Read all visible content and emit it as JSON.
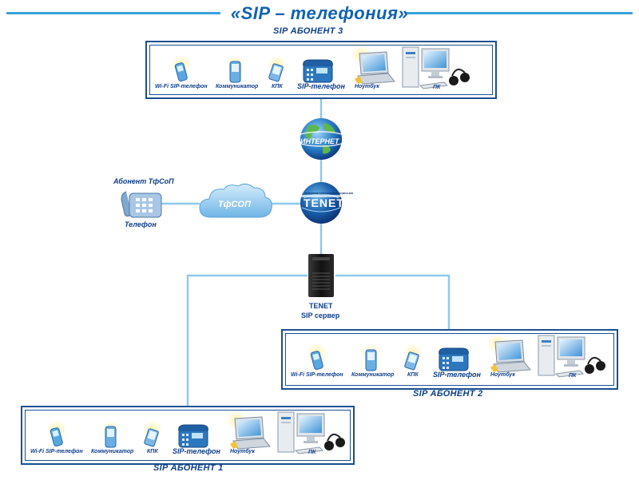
{
  "title": "«SIP – телефония»",
  "subscriber3": {
    "label": "SIP АБОНЕНТ 3",
    "devices": [
      "Wi-Fi SIP-телефон",
      "Коммуникатор",
      "КПК",
      "SIP-телефон",
      "Ноутбук",
      "ПК"
    ]
  },
  "subscriber2": {
    "label": "SIP АБОНЕНТ 2",
    "devices": [
      "Wi-Fi SIP-телефон",
      "Коммуникатор",
      "КПК",
      "SIP-телефон",
      "Ноутбук",
      "ПК"
    ]
  },
  "subscriber1": {
    "label": "SIP АБОНЕНТ 1",
    "devices": [
      "Wi-Fi SIP-телефон",
      "Коммуникатор",
      "КПК",
      "SIP-телефон",
      "Ноутбук",
      "ПК"
    ]
  },
  "internet": {
    "label": "ИНТЕРНЕТ"
  },
  "tenet": {
    "label": "TENET",
    "small_text": "ТЕЛЕКОММУНИКАЦИОННАЯ КОМПАНИЯ"
  },
  "pstn": {
    "cloud_label": "ТфСОП",
    "subscriber_label": "Абонент ТфСоП",
    "phone_label": "Телефон"
  },
  "server": {
    "name": "TENET",
    "role": "SIP сервер"
  },
  "colors": {
    "line": "#8ec9ee",
    "frame": "#1c4f94",
    "text": "#0f3f8c",
    "title": "#0f63b0"
  }
}
